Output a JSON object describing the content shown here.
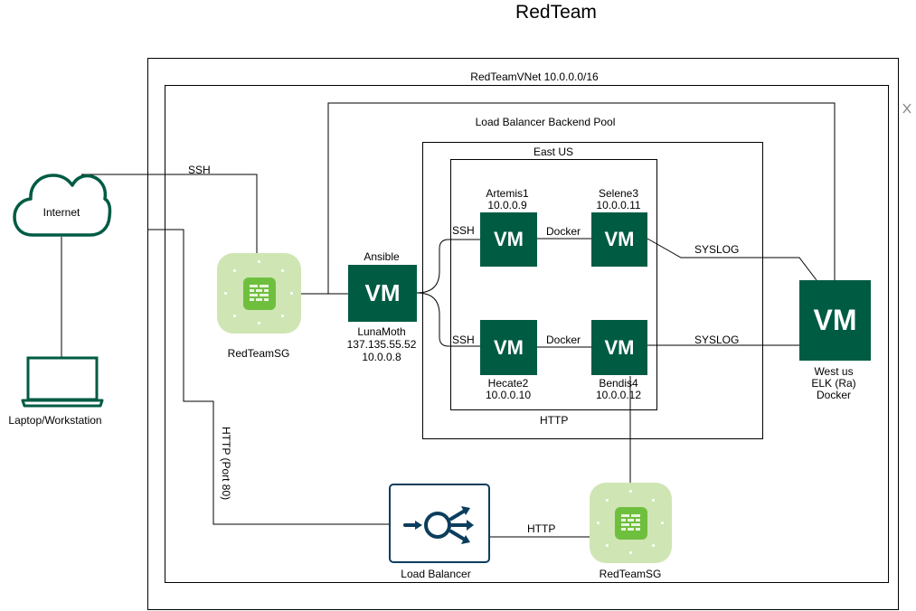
{
  "title": "RedTeam",
  "vnet": {
    "label": "RedTeamVNet 10.0.0.0/16"
  },
  "backend_pool": {
    "label": "Load Balancer Backend Pool"
  },
  "region": {
    "label": "East US"
  },
  "internet": {
    "label": "Internet"
  },
  "laptop": {
    "label": "Laptop/Workstation"
  },
  "sg_top": {
    "label": "RedTeamSG"
  },
  "sg_bottom": {
    "label": "RedTeamSG"
  },
  "ansible": {
    "title": "Ansible",
    "vm_text": "VM",
    "name": "LunaMoth",
    "public_ip": "137.135.55.52",
    "ip": "10.0.0.8"
  },
  "artemis": {
    "vm_text": "VM",
    "name": "Artemis1",
    "ip": "10.0.0.9"
  },
  "selene": {
    "vm_text": "VM",
    "name": "Selene3",
    "ip": "10.0.0.11"
  },
  "hecate": {
    "vm_text": "VM",
    "name": "Hecate2",
    "ip": "10.0.0.10"
  },
  "bendis": {
    "vm_text": "VM",
    "name": "Bendis4",
    "ip": "10.0.0.12"
  },
  "elk": {
    "vm_text": "VM",
    "line1": "West us",
    "line2": "ELK (Ra)",
    "line3": "Docker"
  },
  "load_balancer": {
    "label": "Load Balancer"
  },
  "edges": {
    "ssh_internet": "SSH",
    "ssh_artemis": "SSH",
    "ssh_hecate": "SSH",
    "docker_top": "Docker",
    "docker_bottom": "Docker",
    "syslog_top": "SYSLOG",
    "syslog_bottom": "SYSLOG",
    "http_pool": "HTTP",
    "http_port": "HTTP (Port 80)",
    "http_lb": "HTTP"
  },
  "colors": {
    "vm": "#005b43",
    "cloud": "#005b43",
    "sg_outer": "#cfe6b4",
    "sg_inner": "#6fbf3f",
    "lb": "#0b3d5c"
  }
}
